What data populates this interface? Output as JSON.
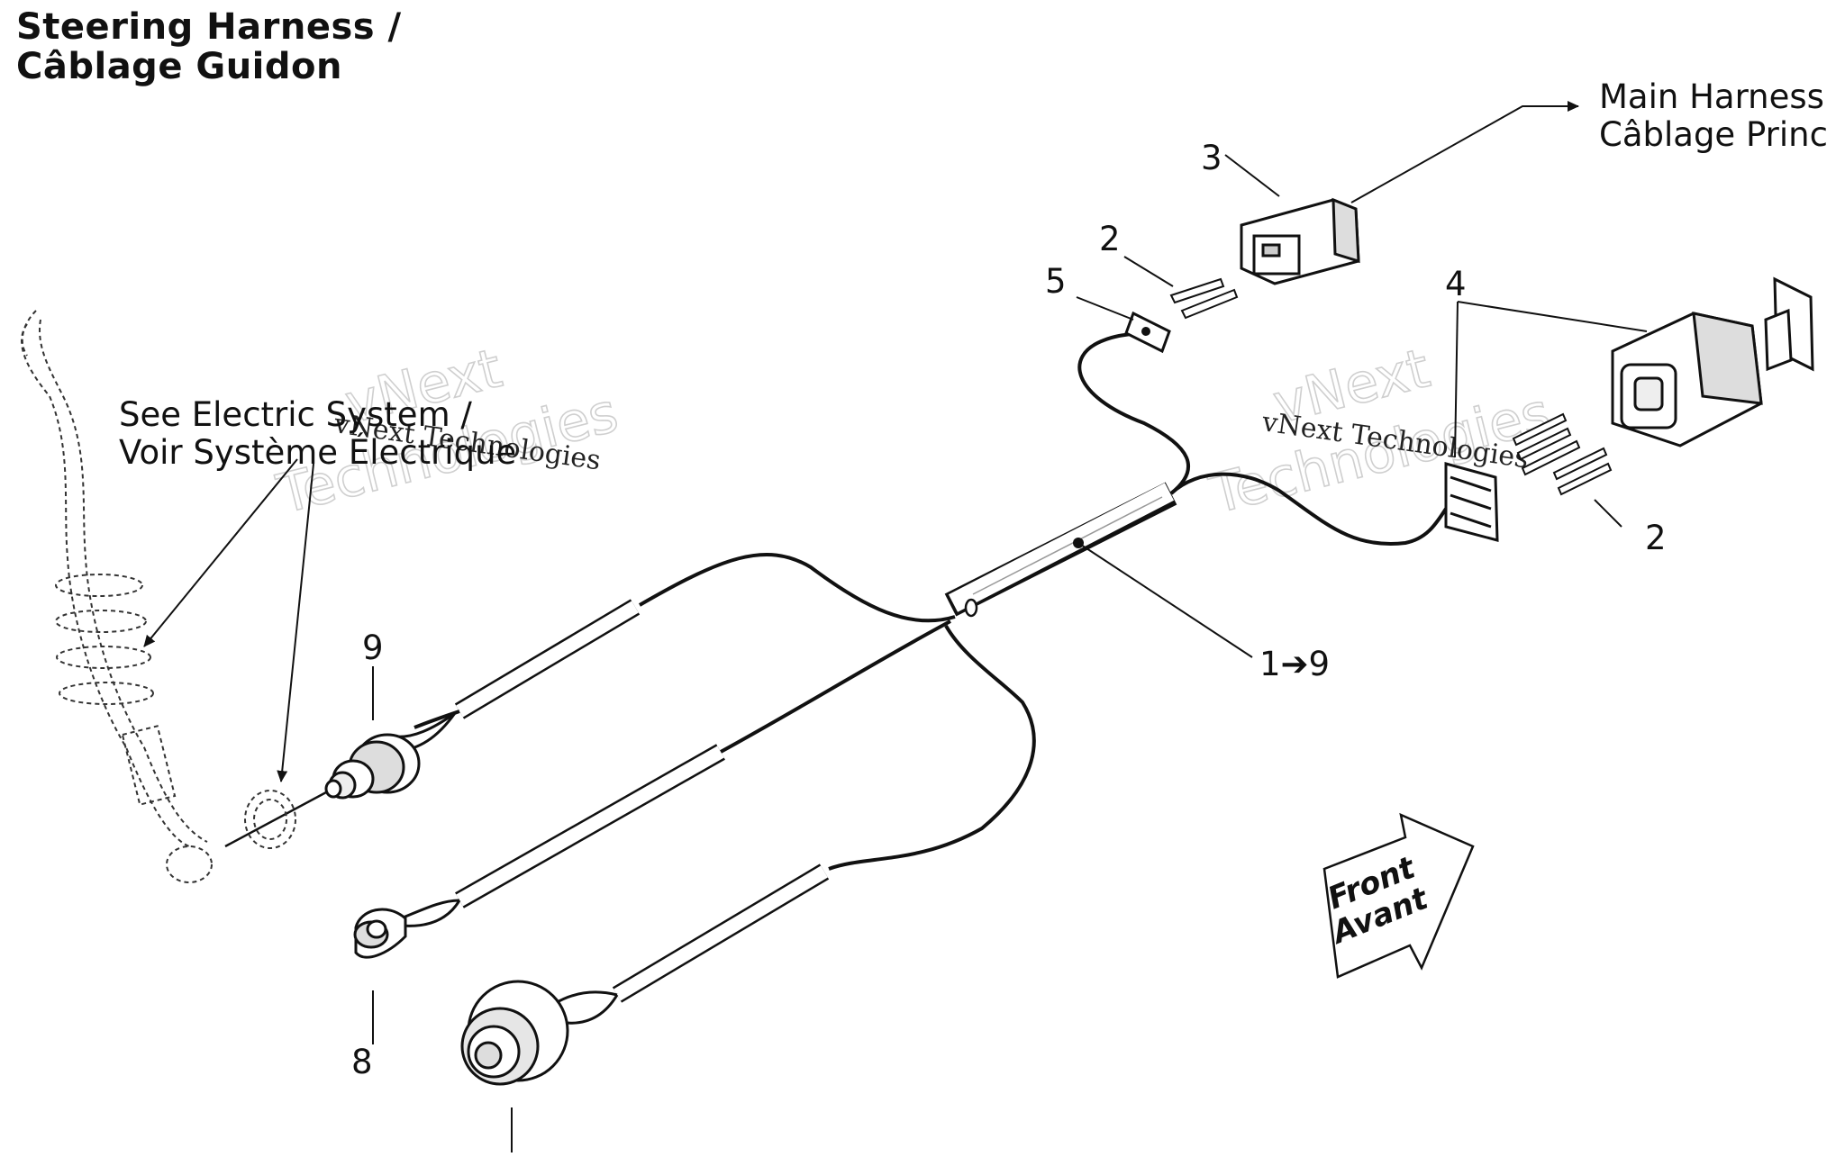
{
  "title": {
    "line1": "Steering Harness /",
    "line2": "Câblage Guidon"
  },
  "notes": {
    "main_harness_1": "Main Harness",
    "main_harness_2": "Câblage Princ",
    "electric_1": "See Electric System /",
    "electric_2": "Voir Système Électrique"
  },
  "callouts": {
    "c1": "1➔9",
    "c2a": "2",
    "c2b": "2",
    "c3": "3",
    "c4": "4",
    "c5": "5",
    "c8": "8",
    "c9": "9"
  },
  "front_arrow": {
    "line1": "Front",
    "line2": "Avant"
  },
  "watermark": {
    "brand": "vNext",
    "brand2": "Technologies",
    "full": "vNext Technologies"
  }
}
